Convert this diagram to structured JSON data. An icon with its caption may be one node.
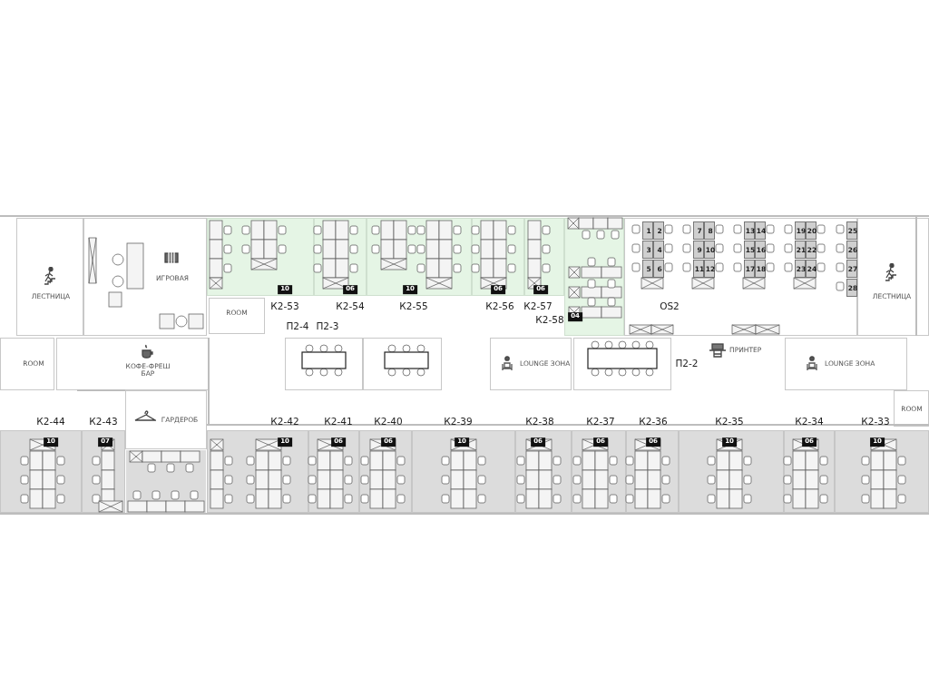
{
  "diagram": {
    "nodes": [
      {
        "text": [
          "ЛЕСТНИЦА"
        ]
      },
      {
        "text": [
          "ИГРОВАЯ"
        ]
      },
      {
        "text": [
          "10",
          "К2-53"
        ]
      },
      {
        "text": [
          "06",
          "К2-54"
        ]
      },
      {
        "text": [
          "10",
          "К2-55"
        ]
      },
      {
        "text": [
          "06",
          "К2-56"
        ]
      },
      {
        "text": [
          "06",
          "К2-57"
        ]
      },
      {
        "text": [
          "К2-58",
          "04"
        ]
      },
      {
        "text": [
          "OS2"
        ]
      },
      {
        "text": [
          "1"
        ],
        "in": 8
      },
      {
        "text": [
          "2"
        ],
        "in": 8
      },
      {
        "text": [
          "3"
        ],
        "in": 8
      },
      {
        "text": [
          "4"
        ],
        "in": 8
      },
      {
        "text": [
          "5"
        ],
        "in": 8
      },
      {
        "text": [
          "6"
        ],
        "in": 8
      },
      {
        "text": [
          "7"
        ],
        "in": 8
      },
      {
        "text": [
          "8"
        ],
        "in": 8
      },
      {
        "text": [
          "9"
        ],
        "in": 8
      },
      {
        "text": [
          "10"
        ],
        "in": 8
      },
      {
        "text": [
          "11"
        ],
        "in": 8
      },
      {
        "text": [
          "12"
        ],
        "in": 8
      },
      {
        "text": [
          "13"
        ],
        "in": 8
      },
      {
        "text": [
          "14"
        ],
        "in": 8
      },
      {
        "text": [
          "15"
        ],
        "in": 8
      },
      {
        "text": [
          "16"
        ],
        "in": 8
      },
      {
        "text": [
          "17"
        ],
        "in": 8
      },
      {
        "text": [
          "18"
        ],
        "in": 8
      },
      {
        "text": [
          "19"
        ],
        "in": 8
      },
      {
        "text": [
          "20"
        ],
        "in": 8
      },
      {
        "text": [
          "21"
        ],
        "in": 8
      },
      {
        "text": [
          "22"
        ],
        "in": 8
      },
      {
        "text": [
          "23"
        ],
        "in": 8
      },
      {
        "text": [
          "24"
        ],
        "in": 8
      },
      {
        "text": [
          "25"
        ],
        "in": 8
      },
      {
        "text": [
          "26"
        ],
        "in": 8
      },
      {
        "text": [
          "27"
        ],
        "in": 8
      },
      {
        "text": [
          "28"
        ],
        "in": 8
      },
      {
        "text": [
          "ЛЕСТНИЦА"
        ]
      },
      {
        "text": [
          "ROOM"
        ]
      },
      {
        "text": [
          "ROOM"
        ]
      },
      {
        "text": [
          "КОФЕ-ФРЕШ БАР"
        ]
      },
      {
        "text": [
          "П2-4"
        ]
      },
      {
        "text": [
          "П2-3"
        ]
      },
      {
        "text": [
          "LOUNGE ЗОНА"
        ]
      },
      {
        "text": [
          "П2-2"
        ]
      },
      {
        "text": [
          "LOUNGE ЗОНА"
        ]
      },
      {
        "text": [
          "ГАРДЕРОБ"
        ]
      },
      {
        "text": [
          "ROOM"
        ]
      },
      {
        "text": [
          "К2-44",
          "10"
        ]
      },
      {
        "text": [
          "К2-43",
          "07"
        ]
      },
      {
        "text": [
          "К2-42",
          "10"
        ]
      },
      {
        "text": [
          "К2-41",
          "06"
        ]
      },
      {
        "text": [
          "К2-40",
          "06"
        ]
      },
      {
        "text": [
          "К2-39",
          "10"
        ]
      },
      {
        "text": [
          "К2-38",
          "06"
        ]
      },
      {
        "text": [
          "К2-37",
          "06"
        ]
      },
      {
        "text": [
          "К2-36",
          "06"
        ]
      },
      {
        "text": [
          "К2-35",
          "10"
        ]
      },
      {
        "text": [
          "К2-34",
          "06"
        ]
      },
      {
        "text": [
          "К2-33",
          "10"
        ]
      }
    ],
    "labels": [
      "ПРИНТЕР"
    ]
  }
}
